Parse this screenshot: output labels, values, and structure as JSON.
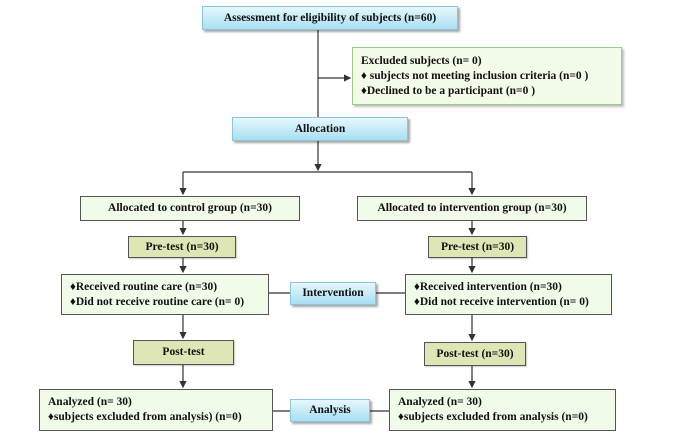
{
  "assessment": "Assessment for eligibility of subjects (n=60)",
  "excluded": {
    "title": "Excluded subjects (n= 0)",
    "items": [
      "♦ subjects not meeting inclusion criteria (n=0 )",
      "♦Declined to be a participant (n=0 )"
    ]
  },
  "allocation": "Allocation",
  "intervention_label": "Intervention",
  "analysis_label": "Analysis",
  "control": {
    "allocated": "Allocated to control group (n=30)",
    "pretest": "Pre-test (n=30)",
    "intervention": [
      "♦Received routine care (n=30)",
      "♦Did not receive routine care (n= 0)"
    ],
    "posttest": "Post-test",
    "analyzed": "Analyzed (n= 30)",
    "excluded": "♦subjects excluded from analysis) (n=0)"
  },
  "experimental": {
    "allocated": "Allocated to intervention group (n=30)",
    "pretest": "Pre-test (n=30)",
    "intervention": [
      "♦Received intervention (n=30)",
      "♦Did not receive intervention (n= 0)"
    ],
    "posttest": "Post-test (n=30)",
    "analyzed": "Analyzed (n= 30)",
    "excluded": "♦subjects excluded from analysis (n=0)"
  }
}
